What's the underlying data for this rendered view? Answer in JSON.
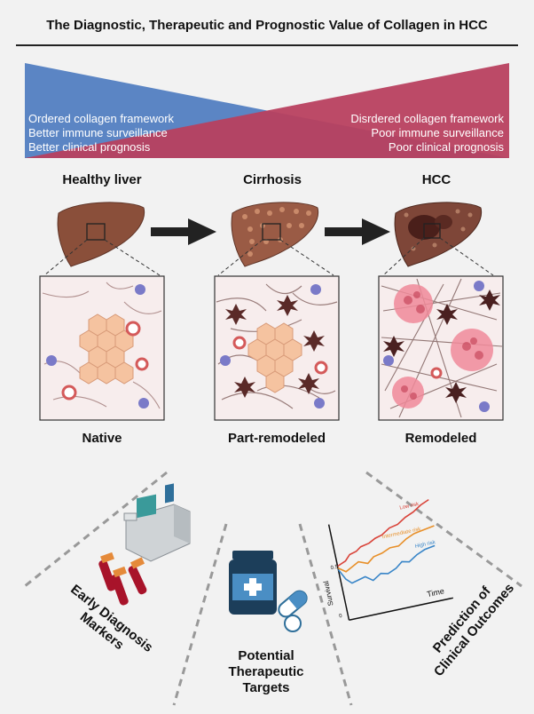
{
  "title": "The Diagnostic, Therapeutic and Prognostic Value of Collagen in HCC",
  "left_panel": {
    "lines": [
      "Ordered collagen framework",
      "Better immune surveillance",
      "Better clinical prognosis"
    ],
    "color": "#5b85c4"
  },
  "right_panel": {
    "lines": [
      "Disrdered collagen framework",
      "Poor immune surveillance",
      "Poor clinical prognosis"
    ],
    "color": "#b8405f"
  },
  "stages": [
    {
      "label": "Healthy liver",
      "caption": "Native"
    },
    {
      "label": "Cirrhosis",
      "caption": "Part-remodeled"
    },
    {
      "label": "HCC",
      "caption": "Remodeled"
    }
  ],
  "applications": {
    "diagnosis": [
      "Early Diagnosis",
      "Markers"
    ],
    "therapeutic": [
      "Potential",
      "Therapeutic",
      "Targets"
    ],
    "prediction": [
      "Prediction of",
      "Clinical Outcomes"
    ]
  },
  "survival_plot": {
    "ylabel": "Survival",
    "xlabel": "Time",
    "series": [
      {
        "name": "Low risk",
        "color": "#d9443a"
      },
      {
        "name": "Intermediate risk",
        "color": "#e8902a"
      },
      {
        "name": "High risk",
        "color": "#3a86c8"
      }
    ]
  }
}
